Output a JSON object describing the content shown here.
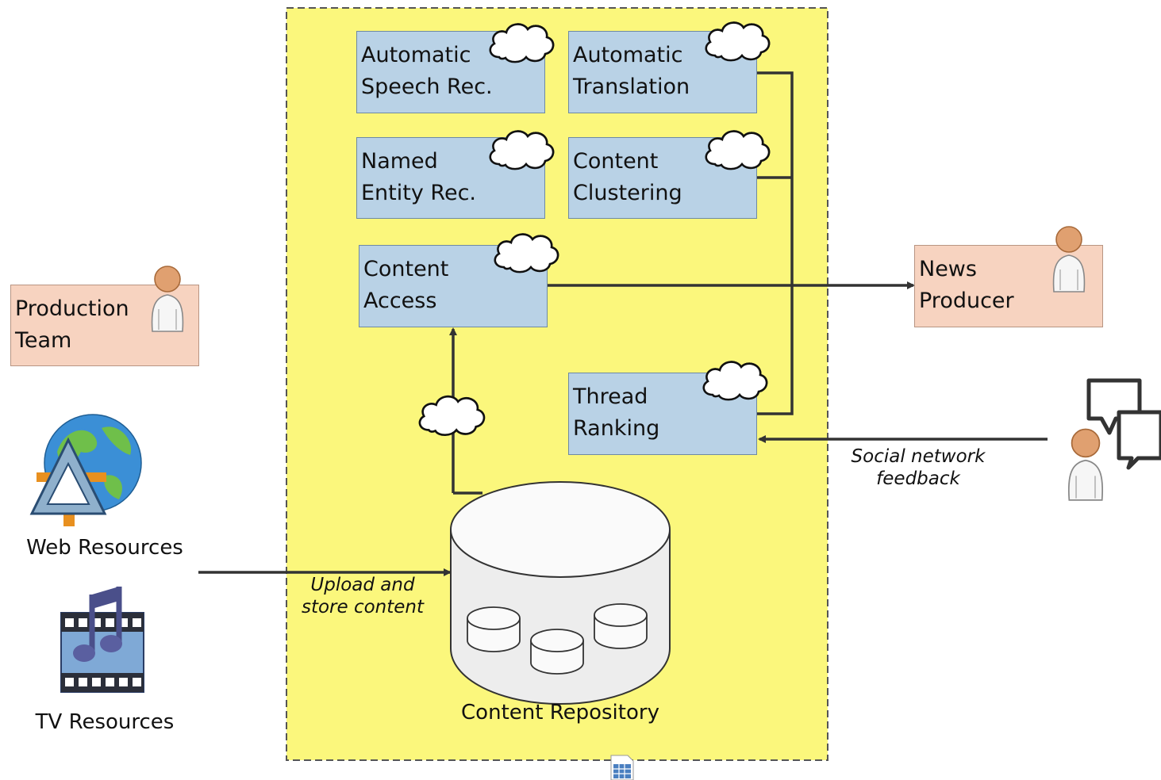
{
  "boundary": {
    "fill": "#fbf77c",
    "stroke": "#555555"
  },
  "services": {
    "asr": "Automatic\nSpeech Rec.",
    "translation": "Automatic\nTranslation",
    "ner": "Named\nEntity Rec.",
    "clustering": "Content\nClustering",
    "access": "Content\nAccess",
    "ranking": "Thread\nRanking"
  },
  "actors": {
    "production_team": "Production\nTeam",
    "news_producer": "News\nProducer"
  },
  "resources": {
    "web": "Web Resources",
    "tv": "TV Resources"
  },
  "repository": {
    "label": "Content Repository"
  },
  "edges": {
    "upload": "Upload and\nstore content",
    "social": "Social network\nfeedback"
  },
  "icons": [
    "cloud-icon",
    "person-icon",
    "globe-icon",
    "media-icon",
    "speech-bubble-icon",
    "database-icon",
    "table-icon"
  ],
  "colors": {
    "service": "#b9d2e6",
    "actor": "#f7d3c0",
    "line": "#333333"
  }
}
